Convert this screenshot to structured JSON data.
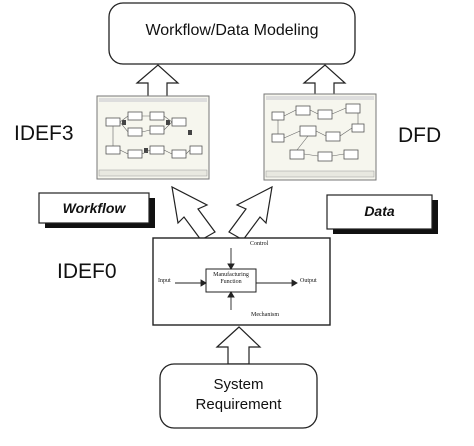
{
  "top_box": {
    "title": "Workflow/Data Modeling"
  },
  "left_method": {
    "name": "IDEF3",
    "view_label": "Workflow"
  },
  "right_method": {
    "name": "DFD",
    "view_label": "Data"
  },
  "middle_method": {
    "name": "IDEF0"
  },
  "idef0_box": {
    "function_label": "Manufacturing Function",
    "control": "Control",
    "input": "Input",
    "output": "Output",
    "mechanism": "Mechanism"
  },
  "bottom_box": {
    "line1": "System",
    "line2": "Requirement"
  },
  "colors": {
    "line": "#222222",
    "shadow": "#111111",
    "thumb_bg": "#f4f4ec",
    "thumb_ink": "#555555"
  }
}
